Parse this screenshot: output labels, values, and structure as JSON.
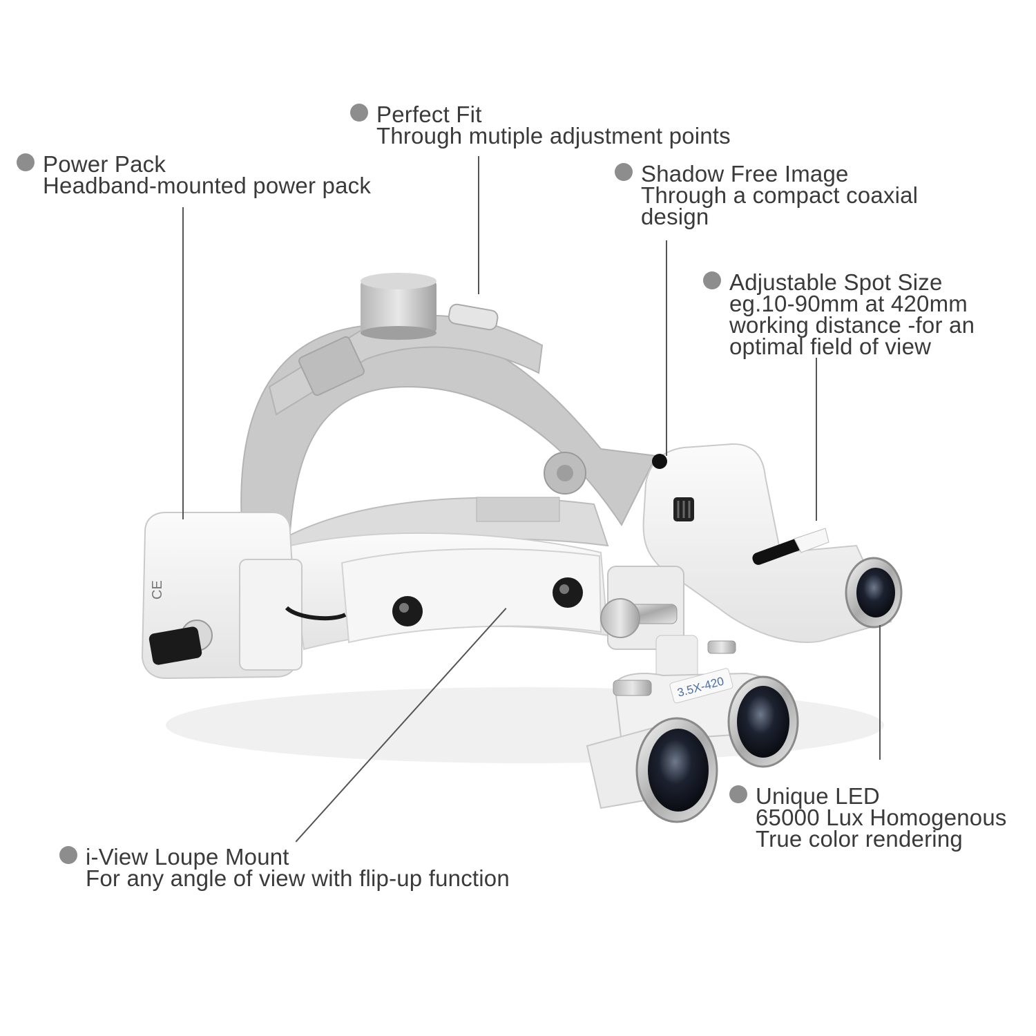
{
  "callouts": {
    "perfect_fit": {
      "title": "Perfect Fit",
      "desc": "Through mutiple adjustment points"
    },
    "power_pack": {
      "title": "Power Pack",
      "desc": "Headband-mounted power pack"
    },
    "shadow_free": {
      "title": "Shadow Free Image",
      "desc1": "Through  a  compact  coaxial",
      "desc2": "design"
    },
    "spot_size": {
      "title": "Adjustable Spot Size",
      "desc1": "eg.10-90mm  at  420mm",
      "desc2": "working distance -for an",
      "desc3": "optimal field of view"
    },
    "unique_led": {
      "title": "Unique LED",
      "desc1": "65000 Lux Homogenous",
      "desc2": "True color rendering"
    },
    "loupe_mount": {
      "title": "i-View Loupe Mount",
      "desc": "For any angle of view with flip-up function"
    }
  },
  "product": {
    "magnification_label": "3.5X-420",
    "ce_mark": "CE"
  },
  "colors": {
    "text": "#3a3a3a",
    "bullet": "#8d8d8d",
    "leader": "#555555",
    "headband_gray": "#c9c9c9",
    "housing_white": "#f2f2f2"
  }
}
